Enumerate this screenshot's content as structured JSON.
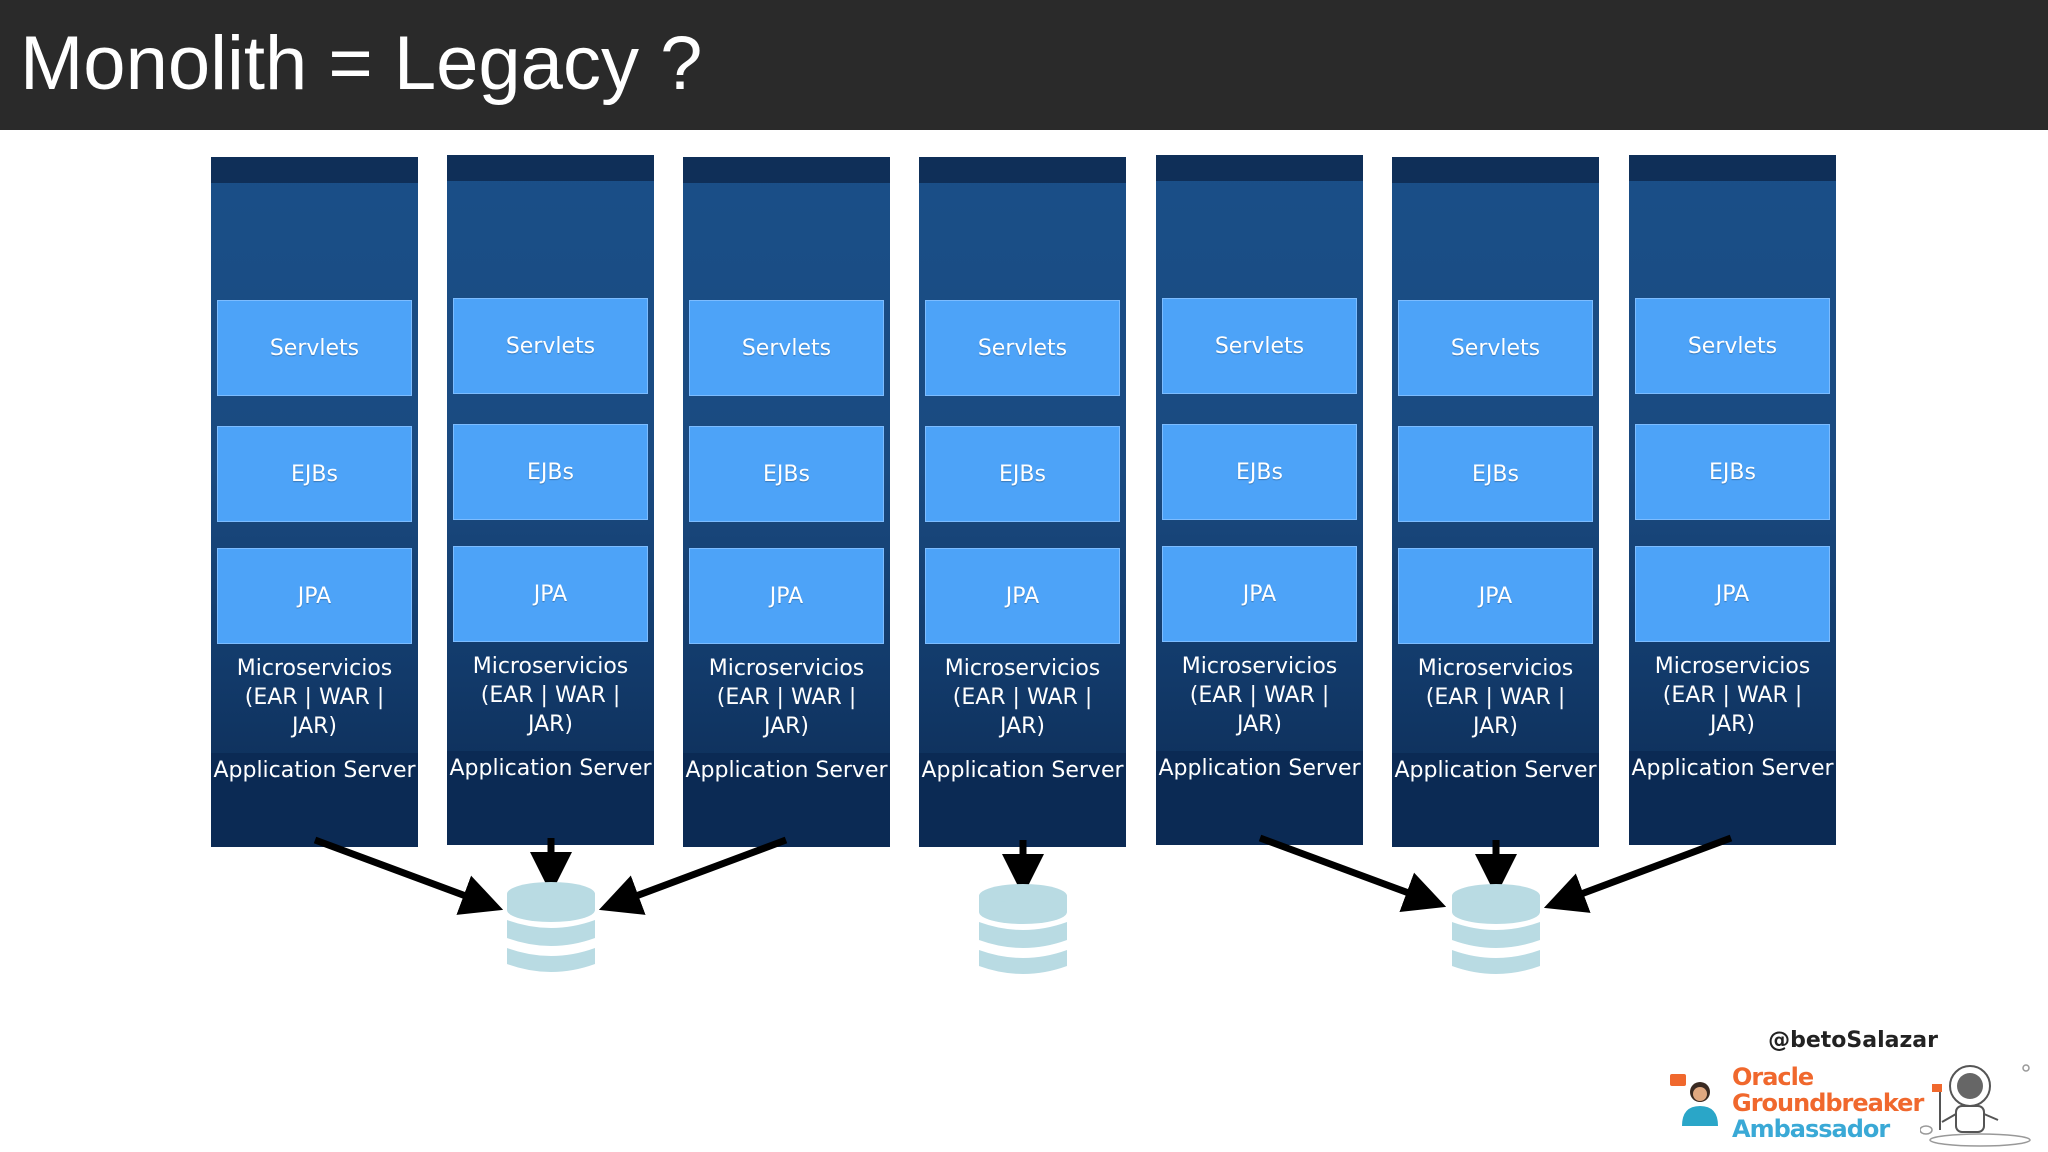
{
  "slide": {
    "title": "Monolith = Legacy ?"
  },
  "columns": [
    {
      "servlets": "Servlets",
      "ejbs": "EJBs",
      "jpa": "JPA",
      "micro": [
        "Microservicios",
        "(EAR | WAR |",
        "JAR)"
      ],
      "server": "Application Server"
    },
    {
      "servlets": "Servlets",
      "ejbs": "EJBs",
      "jpa": "JPA",
      "micro": [
        "Microservicios",
        "(EAR | WAR |",
        "JAR)"
      ],
      "server": "Application Server"
    },
    {
      "servlets": "Servlets",
      "ejbs": "EJBs",
      "jpa": "JPA",
      "micro": [
        "Microservicios",
        "(EAR | WAR |",
        "JAR)"
      ],
      "server": "Application Server"
    },
    {
      "servlets": "Servlets",
      "ejbs": "EJBs",
      "jpa": "JPA",
      "micro": [
        "Microservicios",
        "(EAR | WAR |",
        "JAR)"
      ],
      "server": "Application Server"
    },
    {
      "servlets": "Servlets",
      "ejbs": "EJBs",
      "jpa": "JPA",
      "micro": [
        "Microservicios",
        "(EAR | WAR |",
        "JAR)"
      ],
      "server": "Application Server"
    },
    {
      "servlets": "Servlets",
      "ejbs": "EJBs",
      "jpa": "JPA",
      "micro": [
        "Microservicios",
        "(EAR | WAR |",
        "JAR)"
      ],
      "server": "Application Server"
    },
    {
      "servlets": "Servlets",
      "ejbs": "EJBs",
      "jpa": "JPA",
      "micro": [
        "Microservicios",
        "(EAR | WAR |",
        "JAR)"
      ],
      "server": "Application Server"
    }
  ],
  "databases": [
    {
      "icon": "database-icon",
      "sources": [
        0,
        1,
        2
      ]
    },
    {
      "icon": "database-icon",
      "sources": [
        3
      ]
    },
    {
      "icon": "database-icon",
      "sources": [
        4,
        5,
        6
      ]
    }
  ],
  "footer": {
    "handle": "@betoSalazar",
    "badge_line1": "Oracle",
    "badge_line2": "Groundbreaker",
    "badge_line3": "Ambassador"
  },
  "colors": {
    "column": "#1a4a80",
    "layer": "#4da3f8",
    "database": "#b9dbe3",
    "oracle_orange": "#f0682d",
    "ambassador_blue": "#3aa9d6"
  }
}
